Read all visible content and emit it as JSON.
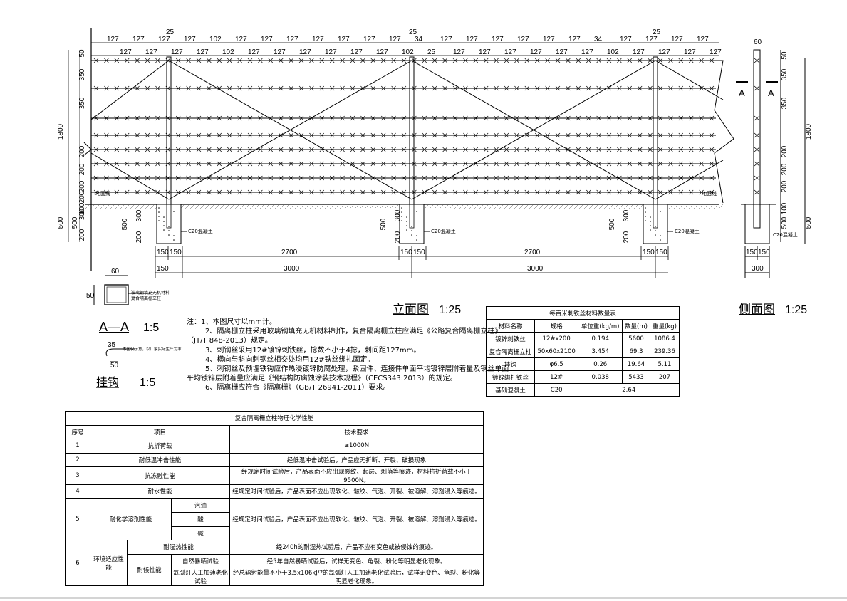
{
  "elevation": {
    "title": "立面图",
    "scale": "1:25",
    "top_dims": [
      "127",
      "127",
      "127",
      "127",
      "127",
      "127",
      "127",
      "127",
      "102",
      "102",
      "127",
      "127",
      "127",
      "127",
      "127",
      "127",
      "127",
      "127",
      "127",
      "127",
      "127",
      "127",
      "127",
      "102",
      "34",
      "25",
      "127",
      "127",
      "127",
      "127",
      "127",
      "127",
      "127",
      "127",
      "127",
      "127",
      "127",
      "127",
      "34",
      "102",
      "127",
      "127",
      "127",
      "127",
      "127",
      "127",
      "127",
      "127"
    ],
    "post_top_dims": [
      "25",
      "25",
      "25"
    ],
    "left_dims": [
      "50",
      "350",
      "350",
      "1800",
      "200",
      "200",
      "200",
      "200",
      "100",
      "500",
      "300",
      "200",
      "500"
    ],
    "ground_label": "地面线",
    "concrete_label": "C20混凝土",
    "bottom_dims_row1": [
      "150",
      "150",
      "2700",
      "150",
      "150",
      "2700",
      "150",
      "150"
    ],
    "bottom_dims_row2": [
      "150",
      "3000",
      "3000"
    ],
    "mid_dims": [
      "500",
      "300",
      "200"
    ]
  },
  "side_view": {
    "title": "侧面图",
    "scale": "1:25",
    "top_dim": "60",
    "section_mark": "A",
    "right_dims": [
      "50",
      "350",
      "350",
      "1800",
      "200",
      "200",
      "200",
      "100",
      "500",
      "500"
    ],
    "concrete_label": "C20混凝土",
    "bottom_dims": [
      "150",
      "150",
      "300"
    ]
  },
  "section_aa": {
    "title": "A—A",
    "scale": "1:5",
    "width_dim": "60",
    "height_dim": "50",
    "label_line1": "玻璃钢填充无机材料",
    "label_line2": "复合隔离栅立柱"
  },
  "hook": {
    "title": "挂钩",
    "scale": "1:5",
    "dim_a": "35",
    "dim_b": "50",
    "label": "本图仅示意，以厂家实际生产为准"
  },
  "notes": [
    "注：1、本图尺寸以mm计。",
    "2、隔离栅立柱采用玻璃钢填充无机材料制作，复合隔离栅立柱应满足《公路复合隔离栅立柱》",
    "（JT/T 848-2013）规定。",
    "3、刺钢丝采用12#镀锌刺铁丝，捻数不小于4捻，刺间距127mm。",
    "4、横向与斜向刺钢丝相交处均用12#铁丝绑扎固定。",
    "5、刺钢丝及预埋铁钩应作热浸镀锌防腐处理，紧固件、连接件单面平均镀锌层附着量及钢丝单面",
    "平均镀锌层附着量应满足《钢结构防腐蚀涂装技术规程》（CECS343:2013）的规定。",
    "6、隔离栅应符合《隔离栅》（GB/T 26941-2011）要求。"
  ],
  "qty_table": {
    "title": "每百米刺铁丝材料数量表",
    "headers": [
      "材料名称",
      "规格",
      "单位重(kg/m)",
      "数量(m)",
      "重量(kg)"
    ],
    "rows": [
      [
        "镀锌刺铁丝",
        "12#x200",
        "0.194",
        "5600",
        "1086.4"
      ],
      [
        "复合隔离栅立柱",
        "50x60x2100",
        "3.454",
        "69.3",
        "239.36"
      ],
      [
        "挂钩",
        "φ6.5",
        "0.26",
        "19.64",
        "5.11"
      ],
      [
        "镀锌绑扎铁丝",
        "12#",
        "0.038",
        "5433",
        "207"
      ],
      [
        "基础混凝土",
        "C20",
        "2.64"
      ]
    ]
  },
  "prop_table": {
    "title": "复合隔离栅立柱物理化学性能",
    "headers": [
      "序号",
      "项目",
      "技术要求"
    ],
    "rows": [
      {
        "no": "1",
        "item": "抗折荷载",
        "req": "≥1000N"
      },
      {
        "no": "2",
        "item": "耐低温冲击性能",
        "req": "经低温冲击试验后，产品应无折断、开裂、破损现象"
      },
      {
        "no": "3",
        "item": "抗冻融性能",
        "req": "经规定时间试验后，产品表面不应出现裂纹、起层、剥落等痕迹，材料抗折荷载不小于9500N。"
      },
      {
        "no": "4",
        "item": "耐水性能",
        "req": "经规定时间试验后，产品表面不应出现软化、皱纹、气泡、开裂、被溶解、溶剂浸入等痕迹。"
      },
      {
        "no": "5",
        "item": "耐化学溶剂性能",
        "subs": [
          "汽油",
          "酸",
          "碱"
        ],
        "req": "经规定时间试验后，产品表面不应出现软化、皱纹、气泡、开裂、被溶解、溶剂浸入等痕迹。"
      },
      {
        "no": "6",
        "item": "环境适应性能",
        "a_item": "耐湿热性能",
        "a_req": "经240h的耐湿热试验后，产品不应有变色或被侵蚀的痕迹。",
        "b_item": "耐候性能",
        "b1": "自然暴晒试验",
        "b1_req": "经5年自然暴晒试验后，试样无变色、龟裂、粉化等明显老化现象。",
        "b2": "氙弧灯人工加速老化试验",
        "b2_req": "经总辐射能量不小于3.5x106kJ/?的氙弧灯人工加速老化试验后，试样无变色、龟裂、粉化等明显老化现象。"
      }
    ]
  }
}
